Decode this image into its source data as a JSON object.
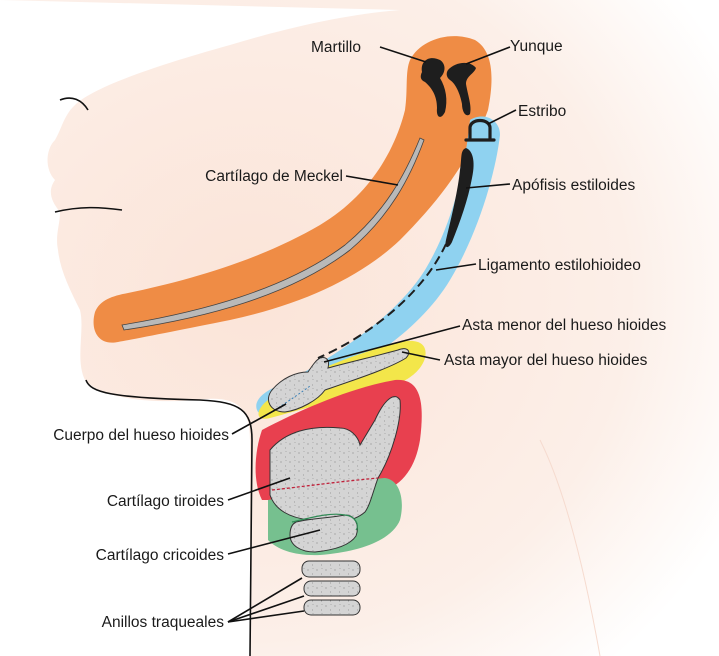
{
  "colors": {
    "skin": "#fbe6dc",
    "meckel": "#ef8c45",
    "styloid_ligament": "#8fd2f0",
    "hyoid_region": "#f3e64a",
    "thyroid_region": "#e8404f",
    "cricoid_region": "#76c08f",
    "cartilage": "#d3d3d3",
    "bone_dark": "#1e1e1e"
  },
  "labels": {
    "malleus": "Martillo",
    "incus": "Yunque",
    "stapes": "Estribo",
    "meckel": "Cartílago de Meckel",
    "styloid": "Apófisis estiloides",
    "stylohyoid": "Ligamento estilohioideo",
    "lesser_horn": "Asta menor del hueso hioides",
    "greater_horn": "Asta mayor del hueso hioides",
    "hyoid_body": "Cuerpo del hueso hioides",
    "thyroid": "Cartílago tiroides",
    "cricoid": "Cartílago cricoides",
    "tracheal_rings": "Anillos traqueales"
  }
}
